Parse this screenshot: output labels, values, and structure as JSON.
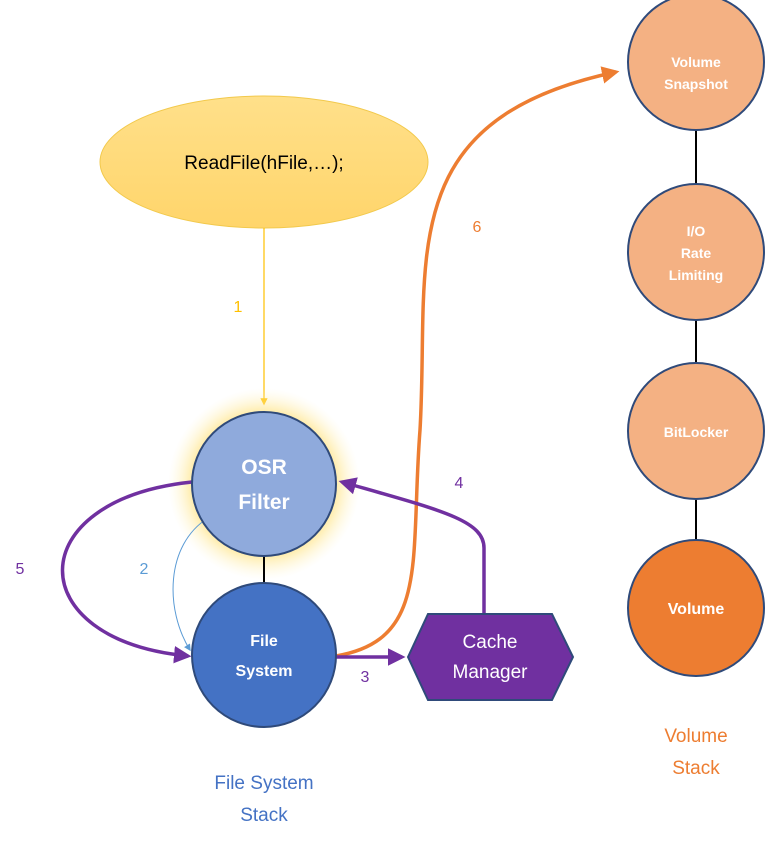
{
  "nodes": {
    "readfile": {
      "label": "ReadFile(hFile,…);"
    },
    "osr_filter": {
      "line1": "OSR",
      "line2": "Filter"
    },
    "file_system": {
      "line1": "File",
      "line2": "System"
    },
    "cache_manager": {
      "line1": "Cache",
      "line2": "Manager"
    },
    "volume_snapshot": {
      "line1": "Volume",
      "line2": "Snapshot"
    },
    "io_rate_limiting": {
      "line1": "I/O",
      "line2": "Rate",
      "line3": "Limiting"
    },
    "bitlocker": {
      "label": "BitLocker"
    },
    "volume": {
      "label": "Volume"
    }
  },
  "edges": {
    "e1": "1",
    "e2": "2",
    "e3": "3",
    "e4": "4",
    "e5": "5",
    "e6": "6"
  },
  "stack_labels": {
    "file_system_stack": {
      "line1": "File System",
      "line2": "Stack"
    },
    "volume_stack": {
      "line1": "Volume",
      "line2": "Stack"
    }
  },
  "colors": {
    "readfile_fill": "#FFD56B",
    "osr_fill": "#8FAADC",
    "file_system_fill": "#4472C4",
    "cache_fill": "#7030A0",
    "volume_light_fill": "#F4B183",
    "volume_dark_fill": "#ED7D31",
    "node_stroke": "#2F4A7A",
    "arrow_yellow": "#FFC000",
    "arrow_purple": "#7030A0",
    "arrow_orange": "#ED7D31",
    "arrow_blue": "#5B9BD5"
  }
}
